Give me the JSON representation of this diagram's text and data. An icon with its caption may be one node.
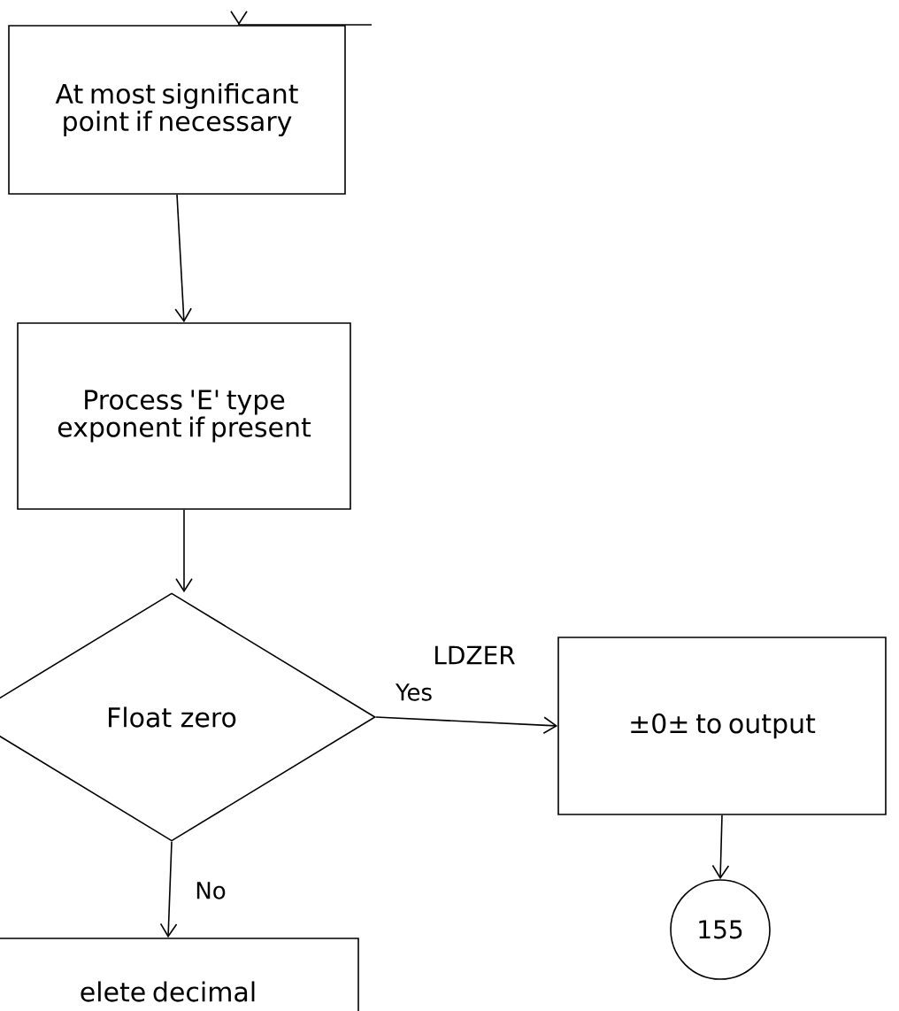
{
  "diagram": {
    "nodes": [
      {
        "text": [
          "At most significant point if necessary"
        ]
      },
      {
        "text": [
          "Process 'E' type exponent if present"
        ]
      },
      {
        "text": [
          "Float zero"
        ]
      },
      {
        "text": [
          "±0± to output"
        ]
      },
      {
        "text": [
          "155"
        ]
      },
      {
        "text": [
          "elete decimal"
        ]
      }
    ],
    "edges": [
      {
        "from": null,
        "to": 0,
        "arrow": "to"
      },
      {
        "from": 0,
        "to": 1,
        "arrow": "to"
      },
      {
        "from": 1,
        "to": 2,
        "arrow": "to"
      },
      {
        "from": 2,
        "to": 3,
        "arrow": "to",
        "label": "Yes"
      },
      {
        "from": 2,
        "to": 5,
        "arrow": "to",
        "label": "No"
      },
      {
        "from": 3,
        "to": 4,
        "arrow": "to"
      }
    ],
    "labels": [
      "LDZER"
    ]
  }
}
